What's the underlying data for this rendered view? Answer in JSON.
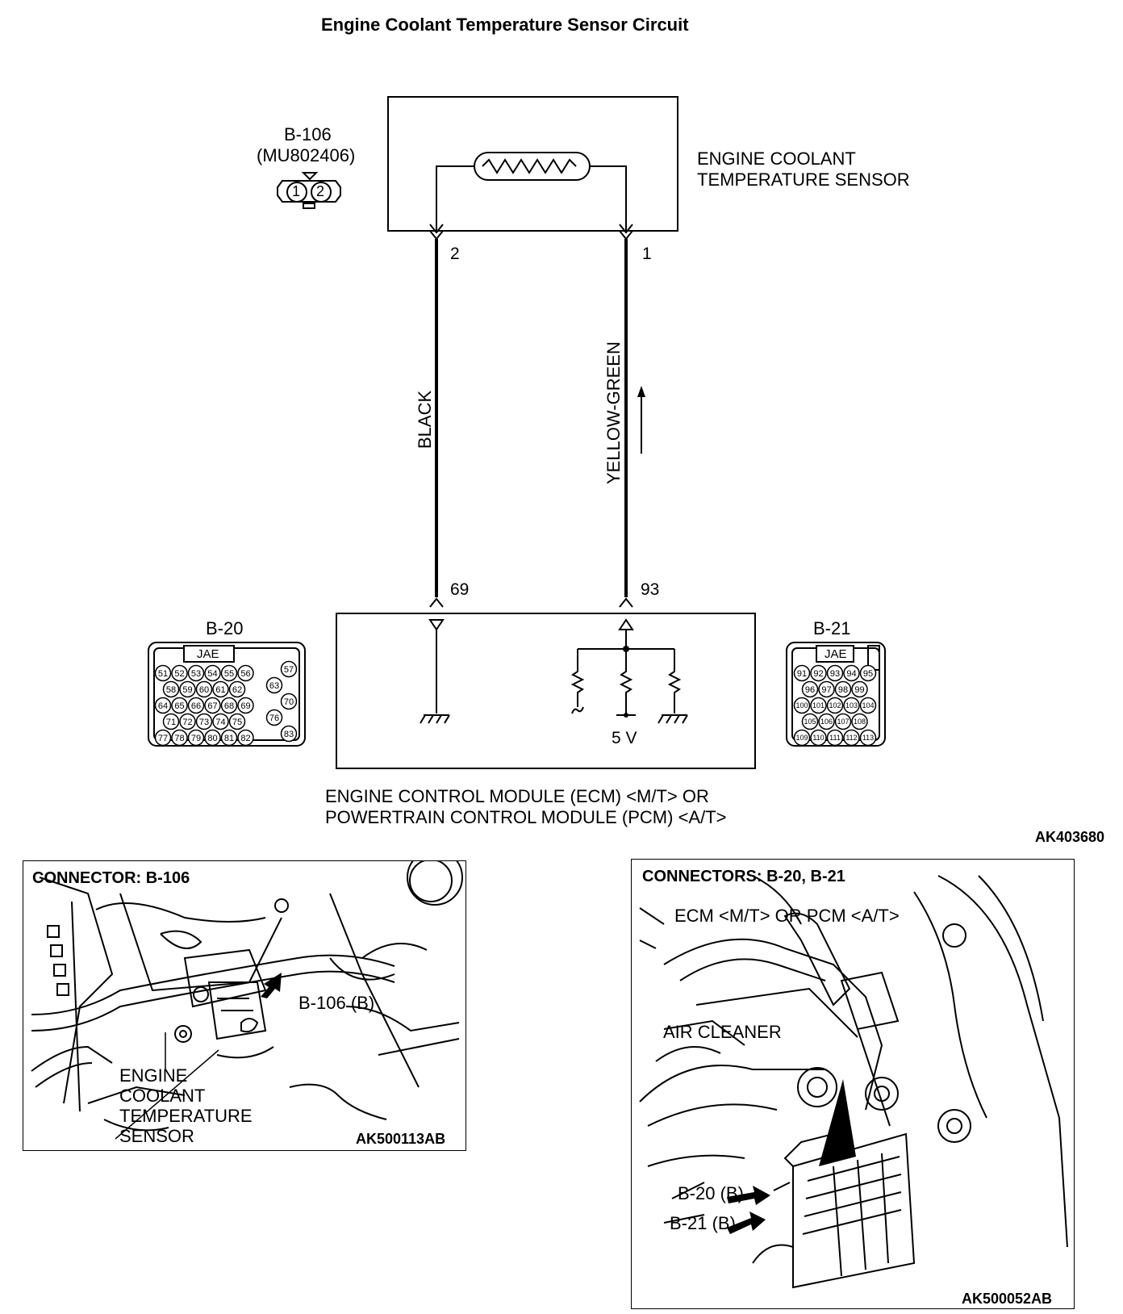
{
  "title": "Engine Coolant Temperature Sensor Circuit",
  "sensor": {
    "connector_id": "B-106",
    "part_number": "(MU802406)",
    "pins": [
      "1",
      "2"
    ],
    "label_line1": "ENGINE COOLANT",
    "label_line2": "TEMPERATURE SENSOR",
    "pin_left": "2",
    "pin_right": "1"
  },
  "wires": {
    "left_color": "BLACK",
    "right_color": "YELLOW-GREEN"
  },
  "module": {
    "pin_left": "69",
    "pin_right": "93",
    "voltage": "5 V",
    "label_line1": "ENGINE CONTROL MODULE (ECM) <M/T> OR",
    "label_line2": "POWERTRAIN CONTROL MODULE (PCM) <A/T>"
  },
  "connector_b20": {
    "id": "B-20",
    "brand": "JAE",
    "rows": [
      [
        "51",
        "52",
        "53",
        "54",
        "55",
        "56"
      ],
      [
        "58",
        "59",
        "60",
        "61",
        "62"
      ],
      [
        "64",
        "65",
        "66",
        "67",
        "68",
        "69"
      ],
      [
        "71",
        "72",
        "73",
        "74",
        "75"
      ],
      [
        "77",
        "78",
        "79",
        "80",
        "81",
        "82"
      ]
    ],
    "side": [
      "57",
      "63",
      "70",
      "76",
      "83"
    ]
  },
  "connector_b21": {
    "id": "B-21",
    "brand": "JAE",
    "rows": [
      [
        "91",
        "92",
        "93",
        "94",
        "95"
      ],
      [
        "96",
        "97",
        "98",
        "99"
      ],
      [
        "100",
        "101",
        "102",
        "103",
        "104"
      ],
      [
        "105",
        "106",
        "107",
        "108"
      ],
      [
        "109",
        "110",
        "111",
        "112",
        "113"
      ]
    ]
  },
  "diagram_ref": "AK403680",
  "photo_left": {
    "heading": "CONNECTOR: B-106",
    "callout": "B-106 (B)",
    "label_lines": [
      "ENGINE",
      "COOLANT",
      "TEMPERATURE",
      "SENSOR"
    ],
    "ref": "AK500113AB"
  },
  "photo_right": {
    "heading": "CONNECTORS: B-20, B-21",
    "module_label": "ECM <M/T> OR PCM <A/T>",
    "air_cleaner": "AIR CLEANER",
    "callout_b20": "B-20 (B)",
    "callout_b21": "B-21 (B)",
    "ref": "AK500052AB"
  }
}
